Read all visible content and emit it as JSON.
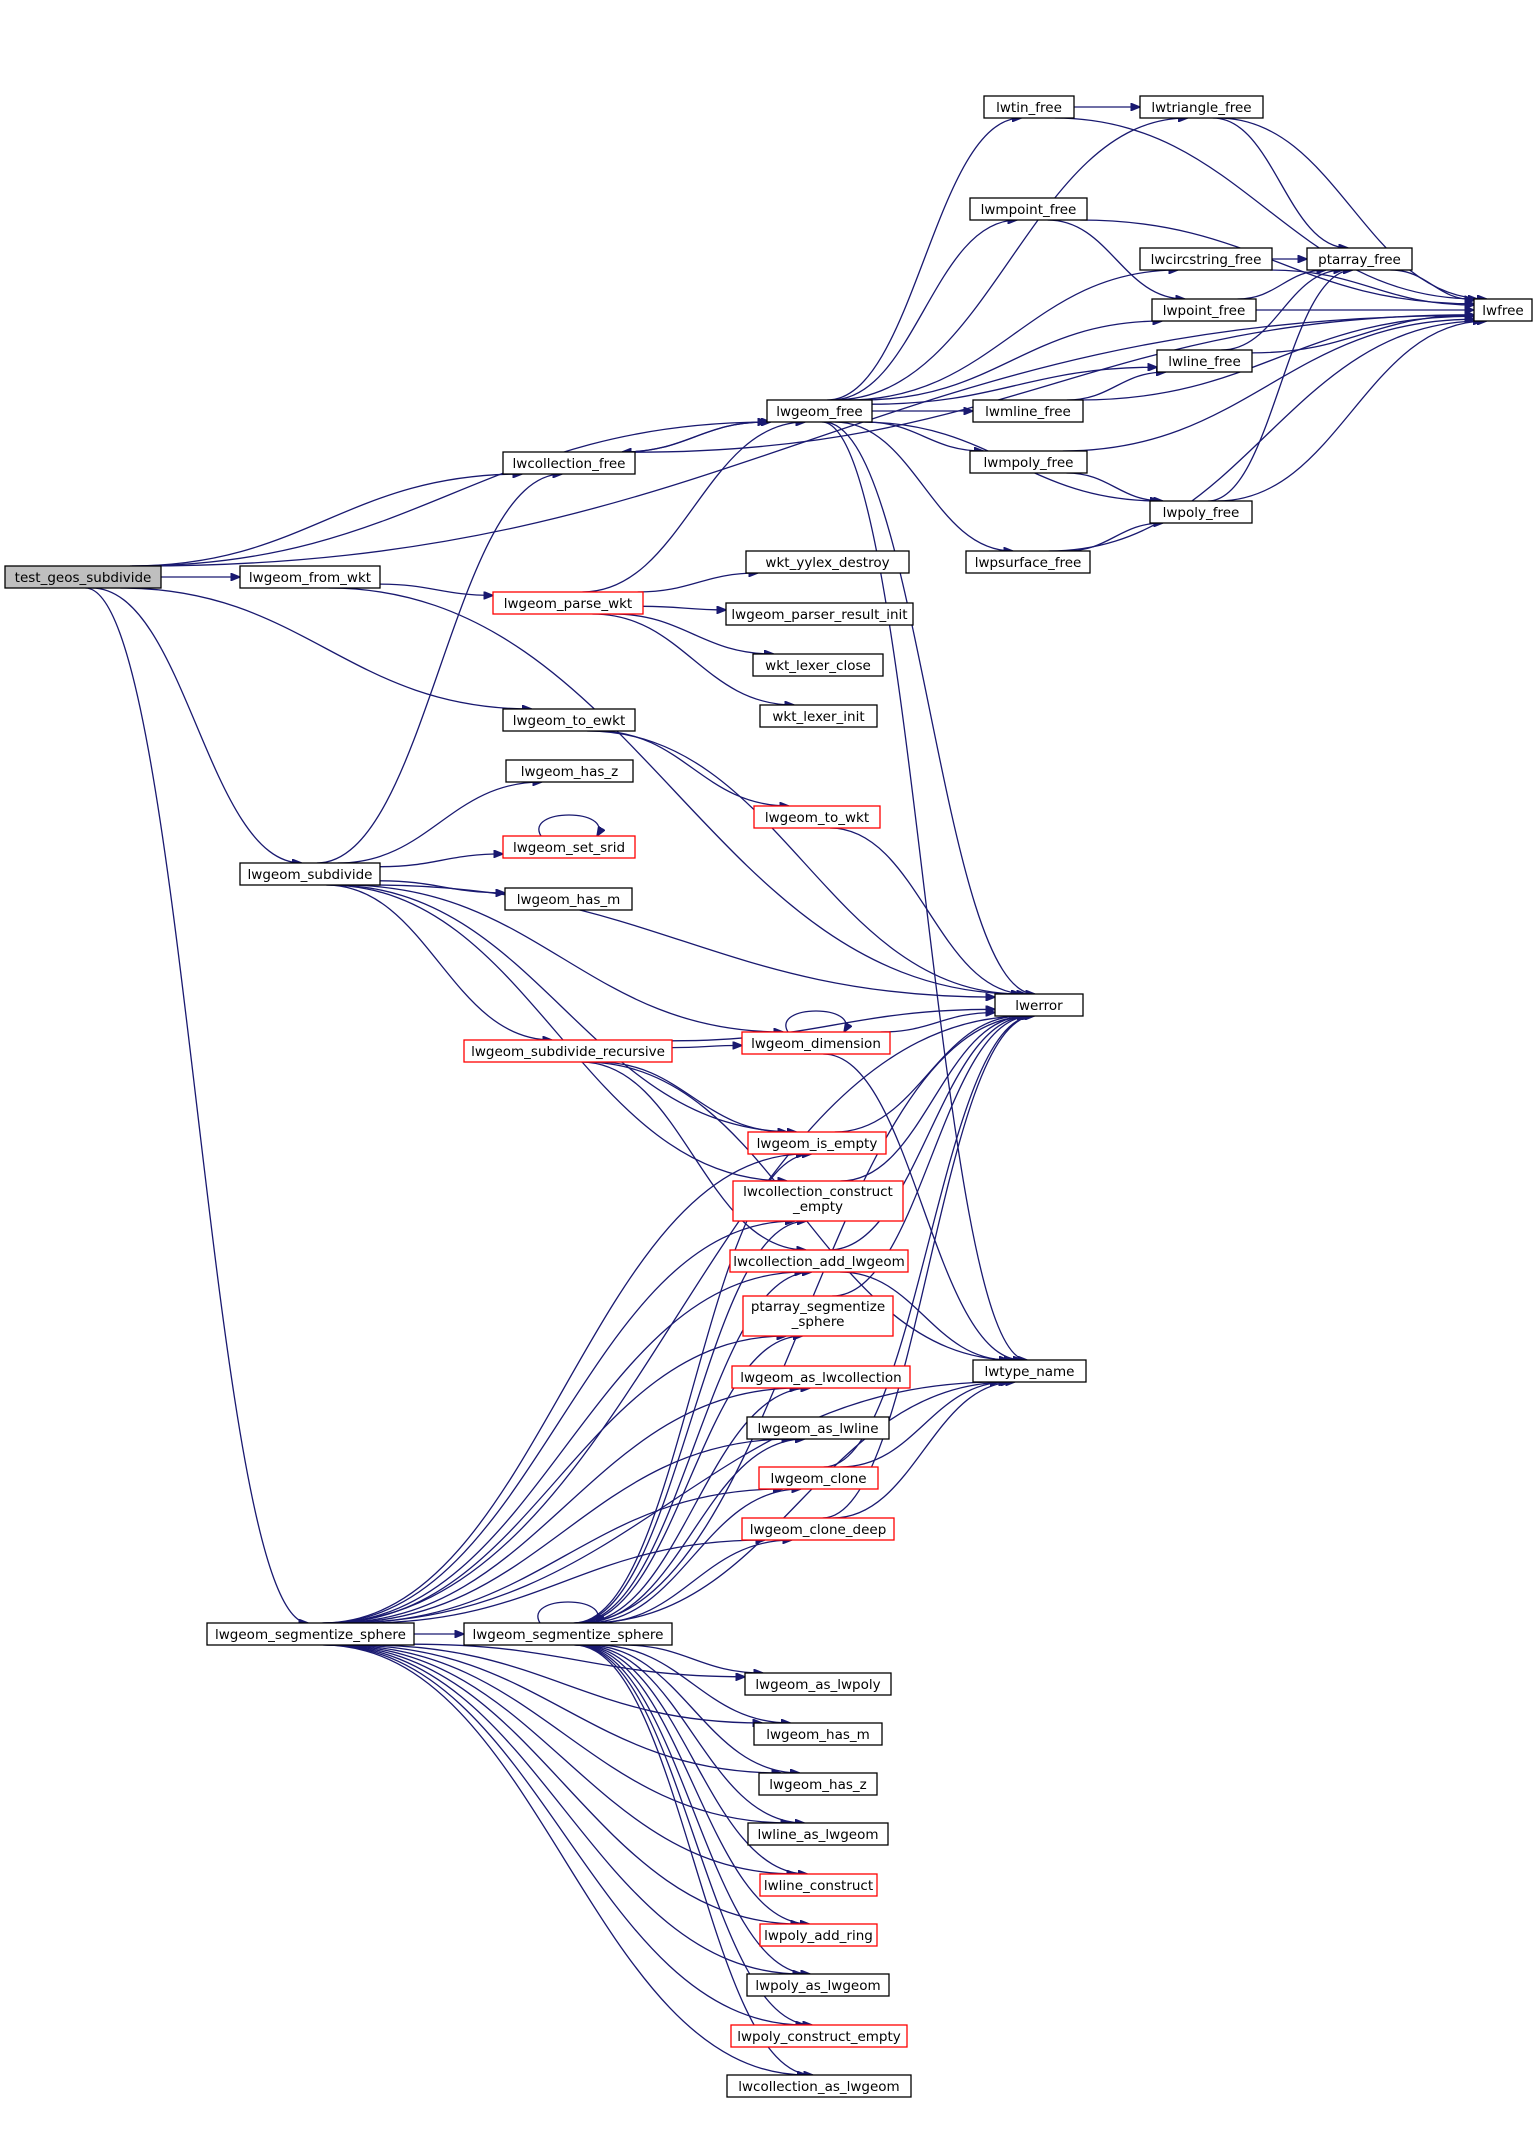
{
  "nodes": [
    {
      "id": "test_geos_subdivide",
      "lines": [
        "test_geos_subdivide"
      ],
      "root": true
    },
    {
      "id": "lwgeom_from_wkt",
      "lines": [
        "lwgeom_from_wkt"
      ]
    },
    {
      "id": "lwcollection_free",
      "lines": [
        "lwcollection_free"
      ]
    },
    {
      "id": "lwgeom_free",
      "lines": [
        "lwgeom_free"
      ]
    },
    {
      "id": "lwgeom_parse_wkt",
      "lines": [
        "lwgeom_parse_wkt"
      ],
      "red": true
    },
    {
      "id": "lwgeom_to_ewkt",
      "lines": [
        "lwgeom_to_ewkt"
      ]
    },
    {
      "id": "lwgeom_subdivide",
      "lines": [
        "lwgeom_subdivide"
      ]
    },
    {
      "id": "lwgeom_segmentize_sphere",
      "lines": [
        "lwgeom_segmentize_sphere"
      ]
    },
    {
      "id": "lwgeom_segmentize_sphere_2",
      "lines": [
        "lwgeom_segmentize_sphere"
      ]
    },
    {
      "id": "lwtin_free",
      "lines": [
        "lwtin_free"
      ]
    },
    {
      "id": "lwtriangle_free",
      "lines": [
        "lwtriangle_free"
      ]
    },
    {
      "id": "lwmpoint_free",
      "lines": [
        "lwmpoint_free"
      ]
    },
    {
      "id": "lwcircstring_free",
      "lines": [
        "lwcircstring_free"
      ]
    },
    {
      "id": "ptarray_free",
      "lines": [
        "ptarray_free"
      ]
    },
    {
      "id": "lwfree",
      "lines": [
        "lwfree"
      ]
    },
    {
      "id": "lwpoint_free",
      "lines": [
        "lwpoint_free"
      ]
    },
    {
      "id": "lwline_free",
      "lines": [
        "lwline_free"
      ]
    },
    {
      "id": "lwmline_free",
      "lines": [
        "lwmline_free"
      ]
    },
    {
      "id": "lwmpoly_free",
      "lines": [
        "lwmpoly_free"
      ]
    },
    {
      "id": "lwpoly_free",
      "lines": [
        "lwpoly_free"
      ]
    },
    {
      "id": "lwpsurface_free",
      "lines": [
        "lwpsurface_free"
      ]
    },
    {
      "id": "wkt_yylex_destroy",
      "lines": [
        "wkt_yylex_destroy"
      ]
    },
    {
      "id": "lwgeom_parser_result_init",
      "lines": [
        "lwgeom_parser_result_init"
      ]
    },
    {
      "id": "wkt_lexer_close",
      "lines": [
        "wkt_lexer_close"
      ]
    },
    {
      "id": "wkt_lexer_init",
      "lines": [
        "wkt_lexer_init"
      ]
    },
    {
      "id": "lwgeom_has_z",
      "lines": [
        "lwgeom_has_z"
      ]
    },
    {
      "id": "lwgeom_to_wkt",
      "lines": [
        "lwgeom_to_wkt"
      ],
      "red": true
    },
    {
      "id": "lwgeom_set_srid",
      "lines": [
        "lwgeom_set_srid"
      ],
      "red": true
    },
    {
      "id": "lwgeom_has_m",
      "lines": [
        "lwgeom_has_m"
      ]
    },
    {
      "id": "lwerror",
      "lines": [
        "lwerror"
      ]
    },
    {
      "id": "lwgeom_dimension",
      "lines": [
        "lwgeom_dimension"
      ],
      "red": true
    },
    {
      "id": "lwgeom_subdivide_recursive",
      "lines": [
        "lwgeom_subdivide_recursive"
      ],
      "red": true
    },
    {
      "id": "lwgeom_is_empty",
      "lines": [
        "lwgeom_is_empty"
      ],
      "red": true
    },
    {
      "id": "lwcollection_construct_empty",
      "lines": [
        "lwcollection_construct",
        "_empty"
      ],
      "red": true
    },
    {
      "id": "lwcollection_add_lwgeom",
      "lines": [
        "lwcollection_add_lwgeom"
      ],
      "red": true
    },
    {
      "id": "ptarray_segmentize_sphere",
      "lines": [
        "ptarray_segmentize",
        "_sphere"
      ],
      "red": true
    },
    {
      "id": "lwtype_name",
      "lines": [
        "lwtype_name"
      ]
    },
    {
      "id": "lwgeom_as_lwcollection",
      "lines": [
        "lwgeom_as_lwcollection"
      ],
      "red": true
    },
    {
      "id": "lwgeom_as_lwline",
      "lines": [
        "lwgeom_as_lwline"
      ]
    },
    {
      "id": "lwgeom_clone",
      "lines": [
        "lwgeom_clone"
      ],
      "red": true
    },
    {
      "id": "lwgeom_clone_deep",
      "lines": [
        "lwgeom_clone_deep"
      ],
      "red": true
    },
    {
      "id": "lwgeom_as_lwpoly",
      "lines": [
        "lwgeom_as_lwpoly"
      ]
    },
    {
      "id": "lwgeom_has_m_2",
      "lines": [
        "lwgeom_has_m"
      ]
    },
    {
      "id": "lwgeom_has_z_2",
      "lines": [
        "lwgeom_has_z"
      ]
    },
    {
      "id": "lwline_as_lwgeom",
      "lines": [
        "lwline_as_lwgeom"
      ]
    },
    {
      "id": "lwline_construct",
      "lines": [
        "lwline_construct"
      ],
      "red": true
    },
    {
      "id": "lwpoly_add_ring",
      "lines": [
        "lwpoly_add_ring"
      ],
      "red": true
    },
    {
      "id": "lwpoly_as_lwgeom",
      "lines": [
        "lwpoly_as_lwgeom"
      ]
    },
    {
      "id": "lwpoly_construct_empty",
      "lines": [
        "lwpoly_construct_empty"
      ],
      "red": true
    },
    {
      "id": "lwcollection_as_lwgeom",
      "lines": [
        "lwcollection_as_lwgeom"
      ]
    }
  ],
  "edges": [
    [
      "test_geos_subdivide",
      "lwfree"
    ],
    [
      "test_geos_subdivide",
      "lwgeom_free"
    ],
    [
      "test_geos_subdivide",
      "lwcollection_free"
    ],
    [
      "test_geos_subdivide",
      "lwgeom_from_wkt"
    ],
    [
      "test_geos_subdivide",
      "lwgeom_to_ewkt"
    ],
    [
      "test_geos_subdivide",
      "lwgeom_subdivide"
    ],
    [
      "test_geos_subdivide",
      "lwgeom_segmentize_sphere"
    ],
    [
      "lwgeom_from_wkt",
      "lwgeom_parse_wkt"
    ],
    [
      "lwgeom_from_wkt",
      "lwerror"
    ],
    [
      "lwcollection_free",
      "lwgeom_free"
    ],
    [
      "lwcollection_free",
      "lwfree"
    ],
    [
      "lwgeom_free",
      "lwcollection_free"
    ],
    [
      "lwgeom_free",
      "lwtin_free"
    ],
    [
      "lwgeom_free",
      "lwtriangle_free"
    ],
    [
      "lwgeom_free",
      "lwmpoint_free"
    ],
    [
      "lwgeom_free",
      "lwcircstring_free"
    ],
    [
      "lwgeom_free",
      "lwpoint_free"
    ],
    [
      "lwgeom_free",
      "lwline_free"
    ],
    [
      "lwgeom_free",
      "lwmline_free"
    ],
    [
      "lwgeom_free",
      "lwmpoly_free"
    ],
    [
      "lwgeom_free",
      "lwpoly_free"
    ],
    [
      "lwgeom_free",
      "lwpsurface_free"
    ],
    [
      "lwgeom_free",
      "lwerror"
    ],
    [
      "lwgeom_free",
      "lwtype_name"
    ],
    [
      "lwtin_free",
      "lwtriangle_free"
    ],
    [
      "lwtin_free",
      "lwfree"
    ],
    [
      "lwtriangle_free",
      "ptarray_free"
    ],
    [
      "lwtriangle_free",
      "lwfree"
    ],
    [
      "lwmpoint_free",
      "lwpoint_free"
    ],
    [
      "lwmpoint_free",
      "lwfree"
    ],
    [
      "lwcircstring_free",
      "ptarray_free"
    ],
    [
      "lwcircstring_free",
      "lwfree"
    ],
    [
      "lwpoint_free",
      "ptarray_free"
    ],
    [
      "lwpoint_free",
      "lwfree"
    ],
    [
      "lwline_free",
      "ptarray_free"
    ],
    [
      "lwline_free",
      "lwfree"
    ],
    [
      "lwmline_free",
      "lwline_free"
    ],
    [
      "lwmline_free",
      "lwfree"
    ],
    [
      "lwmpoly_free",
      "lwpoly_free"
    ],
    [
      "lwmpoly_free",
      "lwfree"
    ],
    [
      "lwpoly_free",
      "ptarray_free"
    ],
    [
      "lwpoly_free",
      "lwfree"
    ],
    [
      "lwpsurface_free",
      "lwpoly_free"
    ],
    [
      "lwpsurface_free",
      "lwfree"
    ],
    [
      "ptarray_free",
      "lwfree"
    ],
    [
      "lwgeom_parse_wkt",
      "lwgeom_free"
    ],
    [
      "lwgeom_parse_wkt",
      "wkt_yylex_destroy"
    ],
    [
      "lwgeom_parse_wkt",
      "lwgeom_parser_result_init"
    ],
    [
      "lwgeom_parse_wkt",
      "wkt_lexer_close"
    ],
    [
      "lwgeom_parse_wkt",
      "wkt_lexer_init"
    ],
    [
      "lwgeom_to_ewkt",
      "lwgeom_to_wkt"
    ],
    [
      "lwgeom_to_ewkt",
      "lwerror"
    ],
    [
      "lwgeom_to_wkt",
      "lwerror"
    ],
    [
      "lwgeom_subdivide",
      "lwcollection_free"
    ],
    [
      "lwgeom_subdivide",
      "lwerror"
    ],
    [
      "lwgeom_subdivide",
      "lwgeom_has_z"
    ],
    [
      "lwgeom_subdivide",
      "lwgeom_set_srid"
    ],
    [
      "lwgeom_subdivide",
      "lwgeom_has_m"
    ],
    [
      "lwgeom_subdivide",
      "lwgeom_dimension"
    ],
    [
      "lwgeom_subdivide",
      "lwgeom_subdivide_recursive"
    ],
    [
      "lwgeom_subdivide",
      "lwgeom_is_empty"
    ],
    [
      "lwgeom_subdivide",
      "lwcollection_construct_empty"
    ],
    [
      "lwgeom_set_srid",
      "lwgeom_set_srid"
    ],
    [
      "lwgeom_dimension",
      "lwgeom_dimension"
    ],
    [
      "lwgeom_dimension",
      "lwerror"
    ],
    [
      "lwgeom_dimension",
      "lwtype_name"
    ],
    [
      "lwgeom_subdivide_recursive",
      "lwerror"
    ],
    [
      "lwgeom_subdivide_recursive",
      "lwgeom_dimension"
    ],
    [
      "lwgeom_subdivide_recursive",
      "lwgeom_is_empty"
    ],
    [
      "lwgeom_subdivide_recursive",
      "lwcollection_add_lwgeom"
    ],
    [
      "lwgeom_subdivide_recursive",
      "lwtype_name"
    ],
    [
      "lwgeom_is_empty",
      "lwerror"
    ],
    [
      "lwcollection_construct_empty",
      "lwerror"
    ],
    [
      "lwcollection_add_lwgeom",
      "lwerror"
    ],
    [
      "lwcollection_add_lwgeom",
      "lwtype_name"
    ],
    [
      "ptarray_segmentize_sphere",
      "lwerror"
    ],
    [
      "lwgeom_clone",
      "lwerror"
    ],
    [
      "lwgeom_clone",
      "lwtype_name"
    ],
    [
      "lwgeom_clone_deep",
      "lwerror"
    ],
    [
      "lwgeom_clone_deep",
      "lwtype_name"
    ],
    [
      "lwgeom_segmentize_sphere",
      "lwerror"
    ],
    [
      "lwgeom_segmentize_sphere",
      "lwgeom_segmentize_sphere_2"
    ],
    [
      "lwgeom_segmentize_sphere",
      "lwgeom_is_empty"
    ],
    [
      "lwgeom_segmentize_sphere",
      "lwcollection_construct_empty"
    ],
    [
      "lwgeom_segmentize_sphere",
      "lwcollection_add_lwgeom"
    ],
    [
      "lwgeom_segmentize_sphere",
      "ptarray_segmentize_sphere"
    ],
    [
      "lwgeom_segmentize_sphere",
      "lwgeom_as_lwcollection"
    ],
    [
      "lwgeom_segmentize_sphere",
      "lwgeom_as_lwline"
    ],
    [
      "lwgeom_segmentize_sphere",
      "lwgeom_clone"
    ],
    [
      "lwgeom_segmentize_sphere",
      "lwgeom_clone_deep"
    ],
    [
      "lwgeom_segmentize_sphere",
      "lwgeom_as_lwpoly"
    ],
    [
      "lwgeom_segmentize_sphere",
      "lwgeom_has_m_2"
    ],
    [
      "lwgeom_segmentize_sphere",
      "lwgeom_has_z_2"
    ],
    [
      "lwgeom_segmentize_sphere",
      "lwline_as_lwgeom"
    ],
    [
      "lwgeom_segmentize_sphere",
      "lwline_construct"
    ],
    [
      "lwgeom_segmentize_sphere",
      "lwpoly_add_ring"
    ],
    [
      "lwgeom_segmentize_sphere",
      "lwpoly_as_lwgeom"
    ],
    [
      "lwgeom_segmentize_sphere",
      "lwpoly_construct_empty"
    ],
    [
      "lwgeom_segmentize_sphere",
      "lwcollection_as_lwgeom"
    ],
    [
      "lwgeom_segmentize_sphere",
      "lwtype_name"
    ],
    [
      "lwgeom_segmentize_sphere_2",
      "lwgeom_segmentize_sphere_2"
    ],
    [
      "lwgeom_segmentize_sphere_2",
      "lwerror"
    ],
    [
      "lwgeom_segmentize_sphere_2",
      "lwgeom_is_empty"
    ],
    [
      "lwgeom_segmentize_sphere_2",
      "lwcollection_construct_empty"
    ],
    [
      "lwgeom_segmentize_sphere_2",
      "lwcollection_add_lwgeom"
    ],
    [
      "lwgeom_segmentize_sphere_2",
      "ptarray_segmentize_sphere"
    ],
    [
      "lwgeom_segmentize_sphere_2",
      "lwgeom_as_lwcollection"
    ],
    [
      "lwgeom_segmentize_sphere_2",
      "lwgeom_as_lwline"
    ],
    [
      "lwgeom_segmentize_sphere_2",
      "lwgeom_clone"
    ],
    [
      "lwgeom_segmentize_sphere_2",
      "lwgeom_clone_deep"
    ],
    [
      "lwgeom_segmentize_sphere_2",
      "lwgeom_as_lwpoly"
    ],
    [
      "lwgeom_segmentize_sphere_2",
      "lwgeom_has_m_2"
    ],
    [
      "lwgeom_segmentize_sphere_2",
      "lwgeom_has_z_2"
    ],
    [
      "lwgeom_segmentize_sphere_2",
      "lwline_as_lwgeom"
    ],
    [
      "lwgeom_segmentize_sphere_2",
      "lwline_construct"
    ],
    [
      "lwgeom_segmentize_sphere_2",
      "lwpoly_add_ring"
    ],
    [
      "lwgeom_segmentize_sphere_2",
      "lwpoly_as_lwgeom"
    ],
    [
      "lwgeom_segmentize_sphere_2",
      "lwpoly_construct_empty"
    ],
    [
      "lwgeom_segmentize_sphere_2",
      "lwcollection_as_lwgeom"
    ],
    [
      "lwgeom_segmentize_sphere_2",
      "lwtype_name"
    ]
  ]
}
